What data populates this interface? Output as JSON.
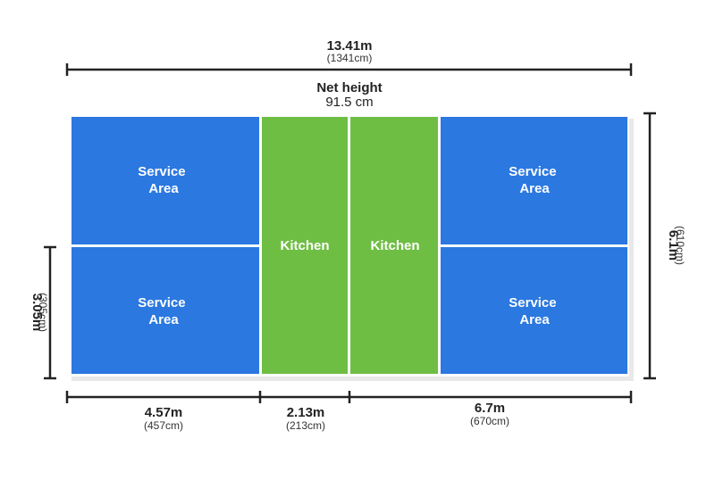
{
  "colors": {
    "service_area": "#2b78e0",
    "kitchen": "#6fbe44",
    "lines": "#ffffff",
    "dimension": "#222222"
  },
  "net": {
    "label": "Net height",
    "value": "91.5 cm"
  },
  "dimensions": {
    "total_length": {
      "main": "13.41m",
      "sub": "(1341cm)"
    },
    "width": {
      "main": "6.1m",
      "sub": "(610cm)"
    },
    "half_width": {
      "main": "3.05m",
      "sub": "(305cm)"
    },
    "service_length": {
      "main": "4.57m",
      "sub": "(457cm)"
    },
    "kitchen_length": {
      "main": "2.13m",
      "sub": "(213cm)"
    },
    "half_court_length": {
      "main": "6.7m",
      "sub": "(670cm)"
    }
  },
  "zones": {
    "service_top_left": "Service\nArea",
    "service_bottom_left": "Service\nArea",
    "service_top_right": "Service\nArea",
    "service_bottom_right": "Service\nArea",
    "kitchen_left": "Kitchen",
    "kitchen_right": "Kitchen"
  }
}
